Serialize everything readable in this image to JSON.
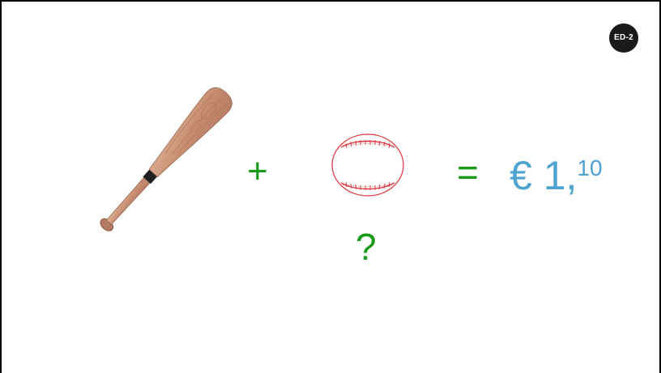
{
  "badge": {
    "label": "ED-2"
  },
  "equation": {
    "bat_icon": "baseball-bat",
    "plus": "+",
    "ball_icon": "baseball",
    "question": "?",
    "equals": "=",
    "price_main": "€ 1,",
    "price_cents": "10"
  },
  "colors": {
    "operator_green": "#1a9a1a",
    "price_blue": "#4ea3d0",
    "badge_bg": "#1a1a1a",
    "ball_stitch_red": "#d9343a"
  }
}
